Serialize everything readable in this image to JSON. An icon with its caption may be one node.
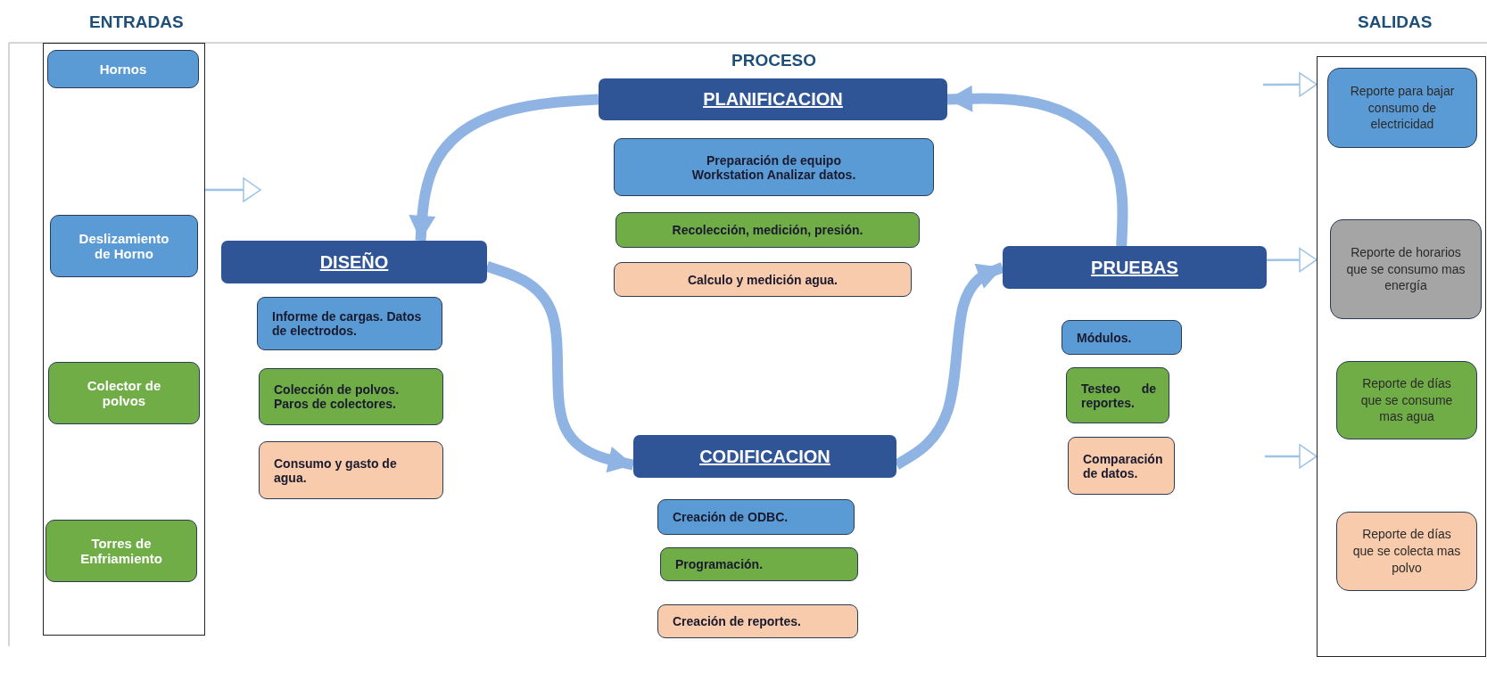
{
  "diagram": {
    "nodes": [
      {
        "text": [],
        "shape": "box"
      },
      {
        "text": [
          "Hornos"
        ],
        "in": 0
      },
      {
        "text": [
          "Deslizamiento de Horno"
        ],
        "in": 0
      },
      {
        "text": [
          "Colector de polvos"
        ],
        "in": 0
      },
      {
        "text": [
          "Torres de Enfriamiento"
        ],
        "in": 0
      },
      {
        "text": [
          "PLANIFICACION"
        ]
      },
      {
        "text": [
          "Preparación de equipo Workstation Analizar datos."
        ]
      },
      {
        "text": [
          "Recolección, medición, presión."
        ]
      },
      {
        "text": [
          "Calculo y medición agua."
        ]
      },
      {
        "text": [
          "DISEÑO"
        ]
      },
      {
        "text": [
          "Informe de cargas. Datos de electrodos."
        ]
      },
      {
        "text": [
          "Colección de polvos. Paros de colectores."
        ]
      },
      {
        "text": [
          "Consumo y gasto de agua."
        ]
      },
      {
        "text": [
          "PRUEBAS"
        ]
      },
      {
        "text": [
          "Módulos."
        ]
      },
      {
        "text": [
          "Testeo de reportes."
        ]
      },
      {
        "text": [
          "Comparación de datos."
        ]
      },
      {
        "text": [
          "CODIFICACION"
        ]
      },
      {
        "text": [
          "Creación de ODBC."
        ]
      },
      {
        "text": [
          "Programación."
        ]
      },
      {
        "text": [
          "Creación de reportes."
        ]
      },
      {
        "text": [],
        "shape": "box"
      },
      {
        "text": [
          "Reporte para bajar consumo de electricidad"
        ],
        "in": 21
      },
      {
        "text": [
          "Reporte de horarios que se consumo mas energía"
        ],
        "in": 21
      },
      {
        "text": [
          "Reporte de días que se consume mas agua"
        ],
        "in": 21
      },
      {
        "text": [
          "Reporte de días que se colecta mas polvo"
        ],
        "in": 21
      }
    ],
    "edges": [
      {
        "from": 0,
        "to": null,
        "arrow": "to"
      },
      {
        "from": null,
        "to": 21,
        "arrow": "to"
      },
      {
        "from": 13,
        "to": 21,
        "arrow": "to"
      },
      {
        "from": null,
        "to": 21,
        "arrow": "to"
      },
      {
        "from": 5,
        "to": 9,
        "arrow": "to",
        "style": "thick"
      },
      {
        "from": 9,
        "to": 17,
        "arrow": "to",
        "style": "thick"
      },
      {
        "from": 17,
        "to": 13,
        "arrow": "to",
        "style": "thick"
      },
      {
        "from": 13,
        "to": 5,
        "arrow": "to",
        "style": "thick"
      }
    ],
    "labels": [
      "ENTRADAS",
      "PROCESO",
      "SALIDAS"
    ]
  }
}
